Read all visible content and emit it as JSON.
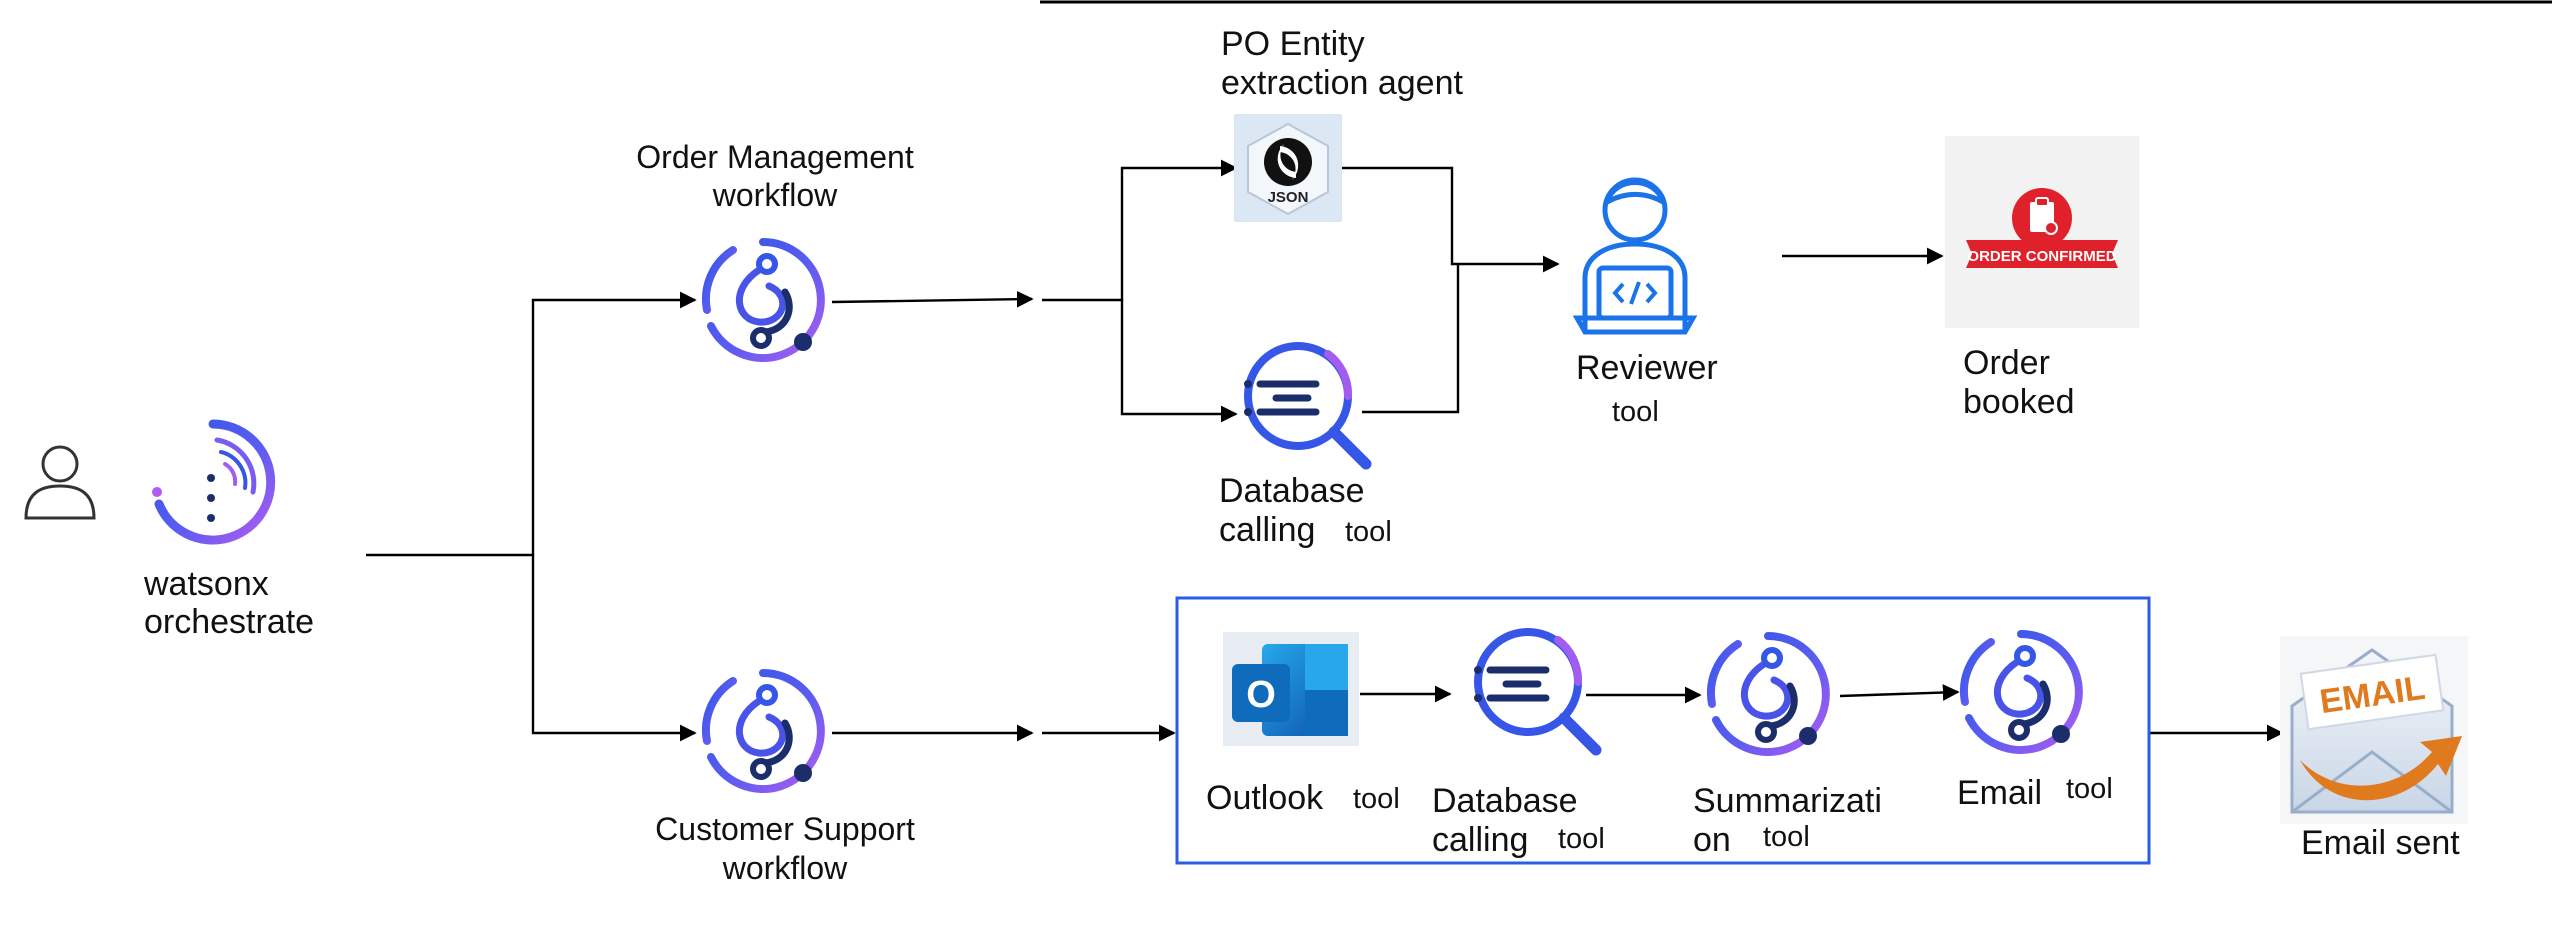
{
  "actor": {
    "user_icon": "person-outline-icon",
    "orchestrator_icon": "watsonx-orchestrate-icon",
    "orchestrator_label_line1": "watsonx",
    "orchestrator_label_line2": "orchestrate"
  },
  "order_workflow": {
    "label_line1": "Order Management",
    "label_line2": "workflow",
    "icon": "workflow-loop-icon",
    "po_agent": {
      "label_line1": "PO Entity",
      "label_line2": "extraction agent",
      "icon": "json-icon",
      "icon_text": "JSON"
    },
    "database_tool": {
      "label_line1": "Database",
      "label_line2": "calling",
      "suffix": "tool",
      "icon": "database-search-icon"
    },
    "reviewer_tool": {
      "label": "Reviewer",
      "suffix": "tool",
      "icon": "reviewer-developer-icon"
    },
    "result": {
      "label_line1": "Order",
      "label_line2": "booked",
      "icon": "order-confirmed-icon",
      "badge_text": "ORDER CONFIRMED"
    }
  },
  "support_workflow": {
    "label_line1": "Customer Support",
    "label_line2": "workflow",
    "icon": "workflow-loop-icon",
    "tools": [
      {
        "label_line1": "Outlook",
        "label_line2": "",
        "suffix": "tool",
        "icon": "outlook-icon",
        "icon_text": "O"
      },
      {
        "label_line1": "Database",
        "label_line2": "calling",
        "suffix": "tool",
        "icon": "database-search-icon"
      },
      {
        "label_line1": "Summarizati",
        "label_line2": "on",
        "suffix": "tool",
        "icon": "workflow-loop-icon"
      },
      {
        "label_line1": "Email",
        "label_line2": "",
        "suffix": "tool",
        "icon": "workflow-loop-icon"
      }
    ],
    "result": {
      "label": "Email sent",
      "icon": "email-envelope-icon",
      "icon_text": "EMAIL"
    }
  },
  "colors": {
    "blue": "#2f56e6",
    "purple": "#a35cf0",
    "navy": "#1c2d6b",
    "frame_blue": "#2b5ce6",
    "outlook_blue": "#0f6cbd",
    "badge_red": "#e0202a",
    "email_orange": "#e07a1f"
  }
}
